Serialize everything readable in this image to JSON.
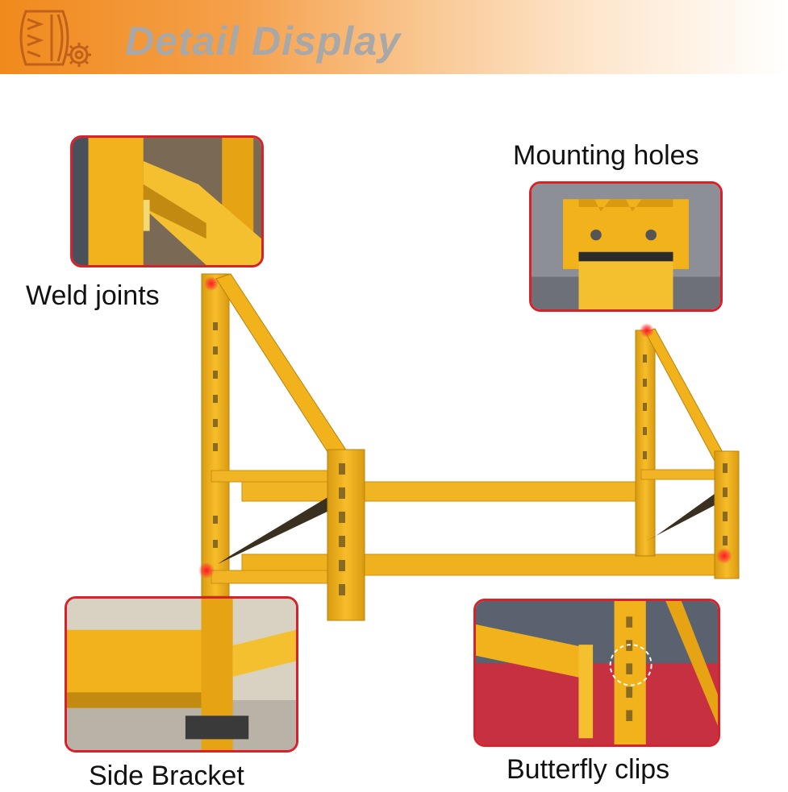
{
  "banner": {
    "title": "Detail Display",
    "logo_icon": "tire-gear-icon"
  },
  "labels": {
    "weld_joints": "Weld joints",
    "mounting_holes": "Mounting holes",
    "side_bracket": "Side Bracket",
    "butterfly_clips": "Butterfly clips"
  },
  "colors": {
    "accent": "#f08a1c",
    "rack_yellow": "#f2b21b",
    "inset_border": "#d9212c",
    "highlight_dot": "#ff1a1a"
  }
}
